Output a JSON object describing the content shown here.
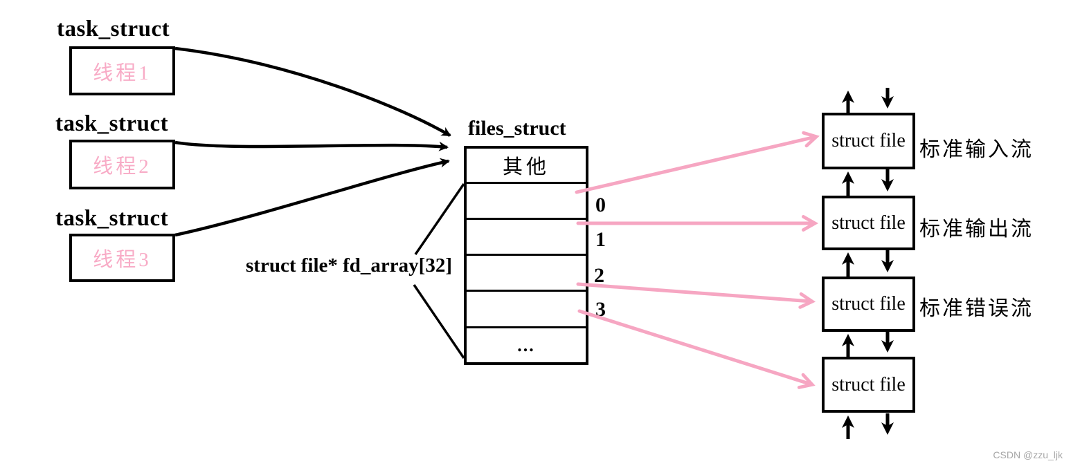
{
  "diagram": {
    "threads": [
      {
        "title": "task_struct",
        "label": "线程1"
      },
      {
        "title": "task_struct",
        "label": "线程2"
      },
      {
        "title": "task_struct",
        "label": "线程3"
      }
    ],
    "files_struct": {
      "title": "files_struct",
      "rows": [
        "其他",
        "",
        "",
        "",
        "",
        "..."
      ],
      "fd_indices": [
        "0",
        "1",
        "2",
        "3"
      ],
      "array_label": "struct file* fd_array[32]"
    },
    "files": [
      {
        "box": "struct file",
        "stream": "标准输入流"
      },
      {
        "box": "struct file",
        "stream": "标准输出流"
      },
      {
        "box": "struct file",
        "stream": "标准错误流"
      },
      {
        "box": "struct file",
        "stream": ""
      }
    ],
    "colors": {
      "pink": "#f6a6c2",
      "black": "#000000"
    },
    "watermark": "CSDN @zzu_ljk"
  }
}
